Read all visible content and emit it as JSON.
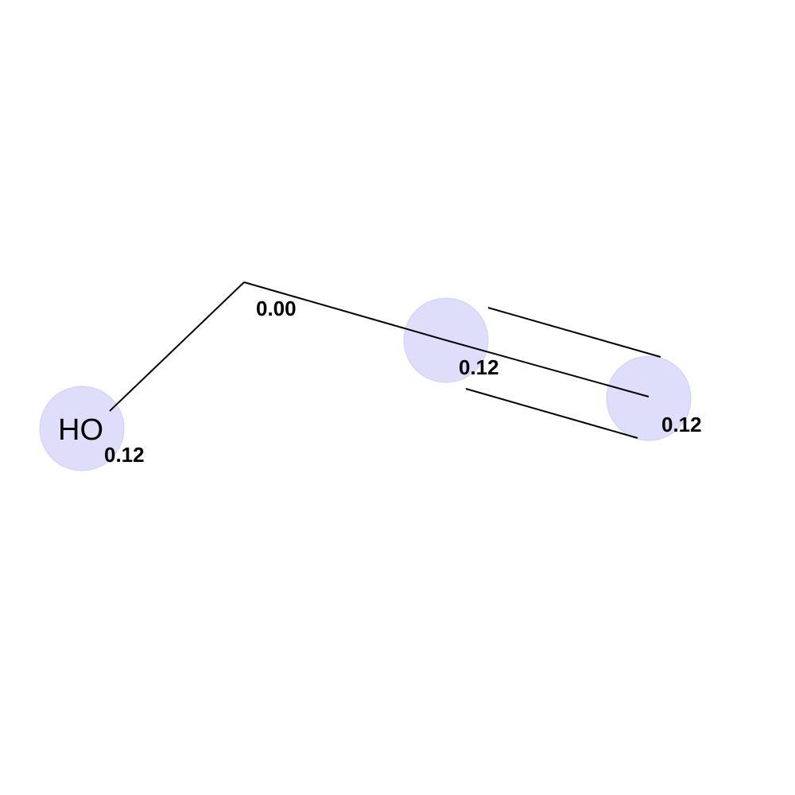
{
  "colors": {
    "highlight_fill": "#dedefb",
    "highlight_stroke": "#cfcff5",
    "bond": "#000000",
    "text": "#000000",
    "background": "#ffffff"
  },
  "atoms": [
    {
      "label": "HO",
      "value": "0.12"
    },
    {
      "label": "",
      "value": "0.00"
    },
    {
      "label": "",
      "value": "0.12"
    },
    {
      "label": "",
      "value": "0.12"
    }
  ]
}
